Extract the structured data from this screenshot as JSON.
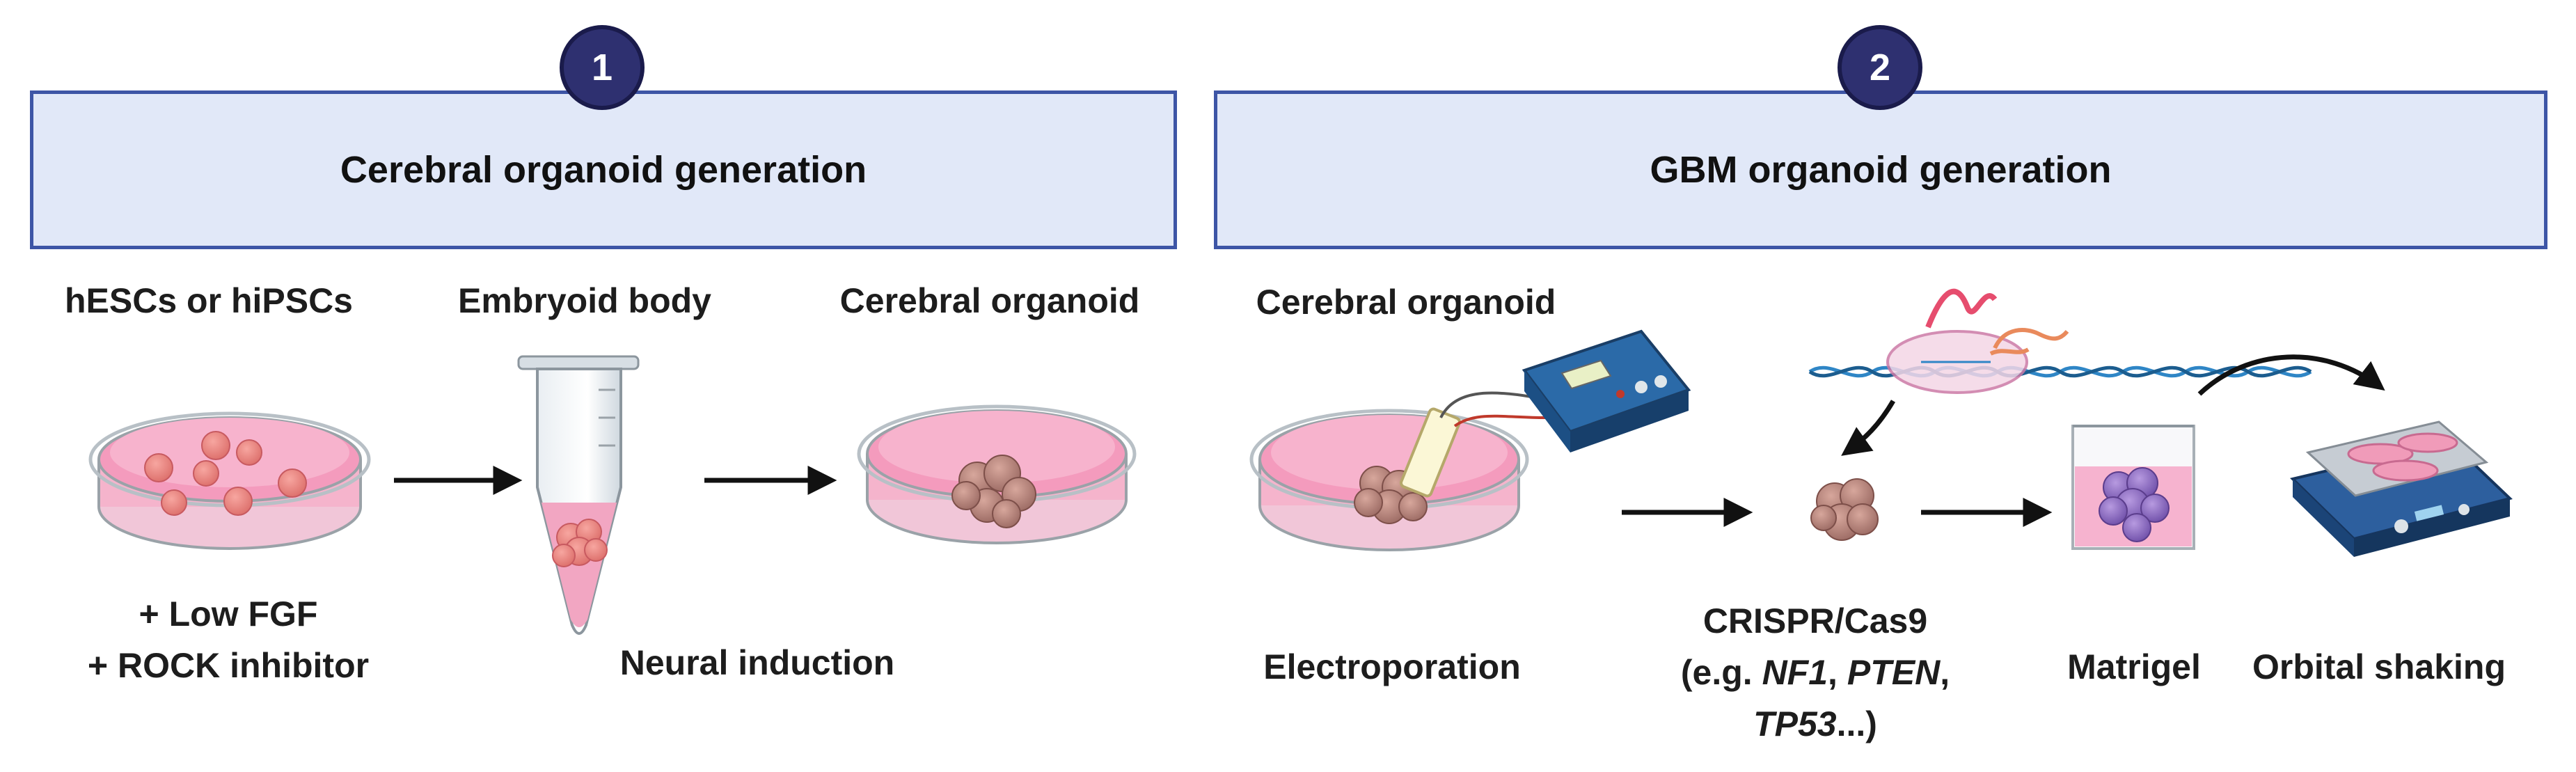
{
  "steps": [
    {
      "number": "1",
      "title": "Cerebral organoid generation"
    },
    {
      "number": "2",
      "title": "GBM organoid generation"
    }
  ],
  "labels": {
    "hescs": "hESCs or hiPSCs",
    "embryoid": "Embryoid body",
    "cerebral1": "Cerebral organoid",
    "cerebral2": "Cerebral organoid",
    "low_fgf": "+ Low FGF",
    "rock": "+ ROCK inhibitor",
    "neural": "Neural induction",
    "electro": "Electroporation",
    "crispr_line1": "CRISPR/Cas9",
    "crispr_prefix": "(e.g. ",
    "gene1": "NF1",
    "sep1": ", ",
    "gene2": "PTEN",
    "sep2": ",",
    "gene3": "TP53",
    "crispr_suffix": "...)",
    "matrigel": "Matrigel",
    "orbital": "Orbital shaking"
  },
  "colors": {
    "panel_fill": "#e1e8f8",
    "panel_border": "#3d55a6",
    "badge": "#2e3070",
    "medium_pink": "#f4a6c4",
    "organoid": "#b5837a",
    "matrigel_cells": "#8d6cc0",
    "device_blue": "#1f4e86"
  },
  "icons": [
    "petri-dish-icon",
    "tube-icon",
    "electroporator-icon",
    "dna-icon",
    "shaker-icon",
    "arrow-icon"
  ]
}
